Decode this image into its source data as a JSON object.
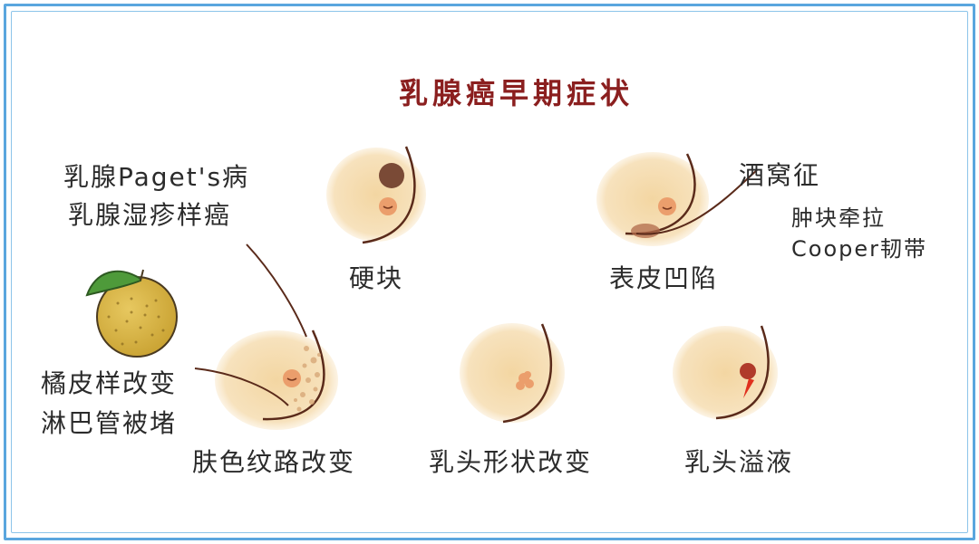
{
  "title": "乳腺癌早期症状",
  "labels": {
    "lump": "硬块",
    "skin_dimple": "表皮凹陷",
    "dimple_sign": "酒窝征",
    "dimple_cause_1": "肿块牵拉",
    "dimple_cause_2": "Cooper韧带",
    "paget_1": "乳腺Paget's病",
    "paget_2": "乳腺湿疹样癌",
    "orange_peel_1": "橘皮样改变",
    "orange_peel_2": "淋巴管被堵",
    "skin_texture": "肤色纹路改变",
    "nipple_shape": "乳头形状改变",
    "nipple_discharge": "乳头溢液"
  },
  "colors": {
    "title": "#8b1f1f",
    "border": "#5aa6de",
    "skin": "#f6deb0",
    "outline": "#5a2a1a",
    "areola": "#eb9e6c",
    "discharge": "#e0301e",
    "orange": "#d9b84a",
    "leaf": "#4e9a3a"
  }
}
